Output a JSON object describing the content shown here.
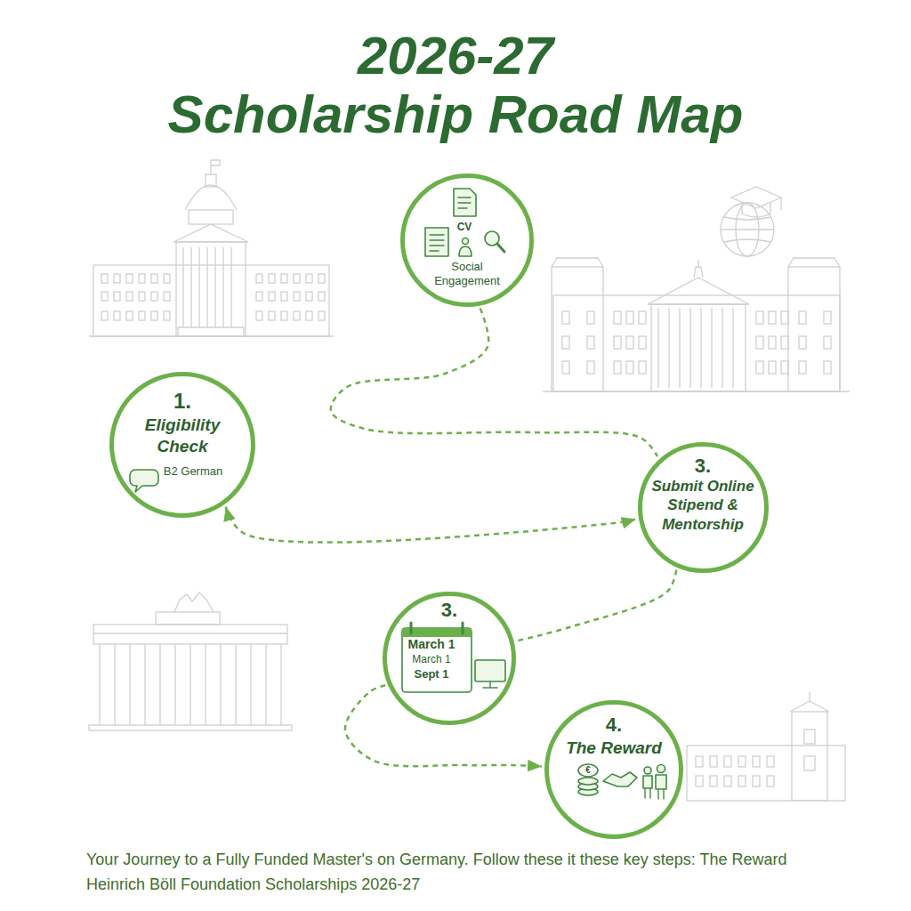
{
  "diagram": {
    "title": "2026-27 Scholarship Road Map",
    "caption": "Your Journey to a Fully Funded Master's on Germany. Follow these it these key steps: The Reward Heinrich Böll Foundation Scholarships 2026-27",
    "nodes": [
      {
        "text": [
          "CV",
          "Social Engagement"
        ]
      },
      {
        "text": [
          "1.",
          "Eligibility Check",
          "B2 German"
        ]
      },
      {
        "text": [
          "3.",
          "Submit Online Stipend & Mentorship"
        ]
      },
      {
        "text": [
          "3.",
          "March 1",
          "March 1",
          "Sept 1"
        ]
      },
      {
        "text": [
          "4.",
          "The Reward"
        ]
      }
    ],
    "edges": [
      {
        "from": 0,
        "to": 2,
        "arrow": "none"
      },
      {
        "from": 1,
        "to": 2,
        "arrow": "both"
      },
      {
        "from": 2,
        "to": 3,
        "arrow": "none"
      },
      {
        "from": 3,
        "to": 4,
        "arrow": "to"
      }
    ],
    "labels": [
      "€"
    ]
  }
}
